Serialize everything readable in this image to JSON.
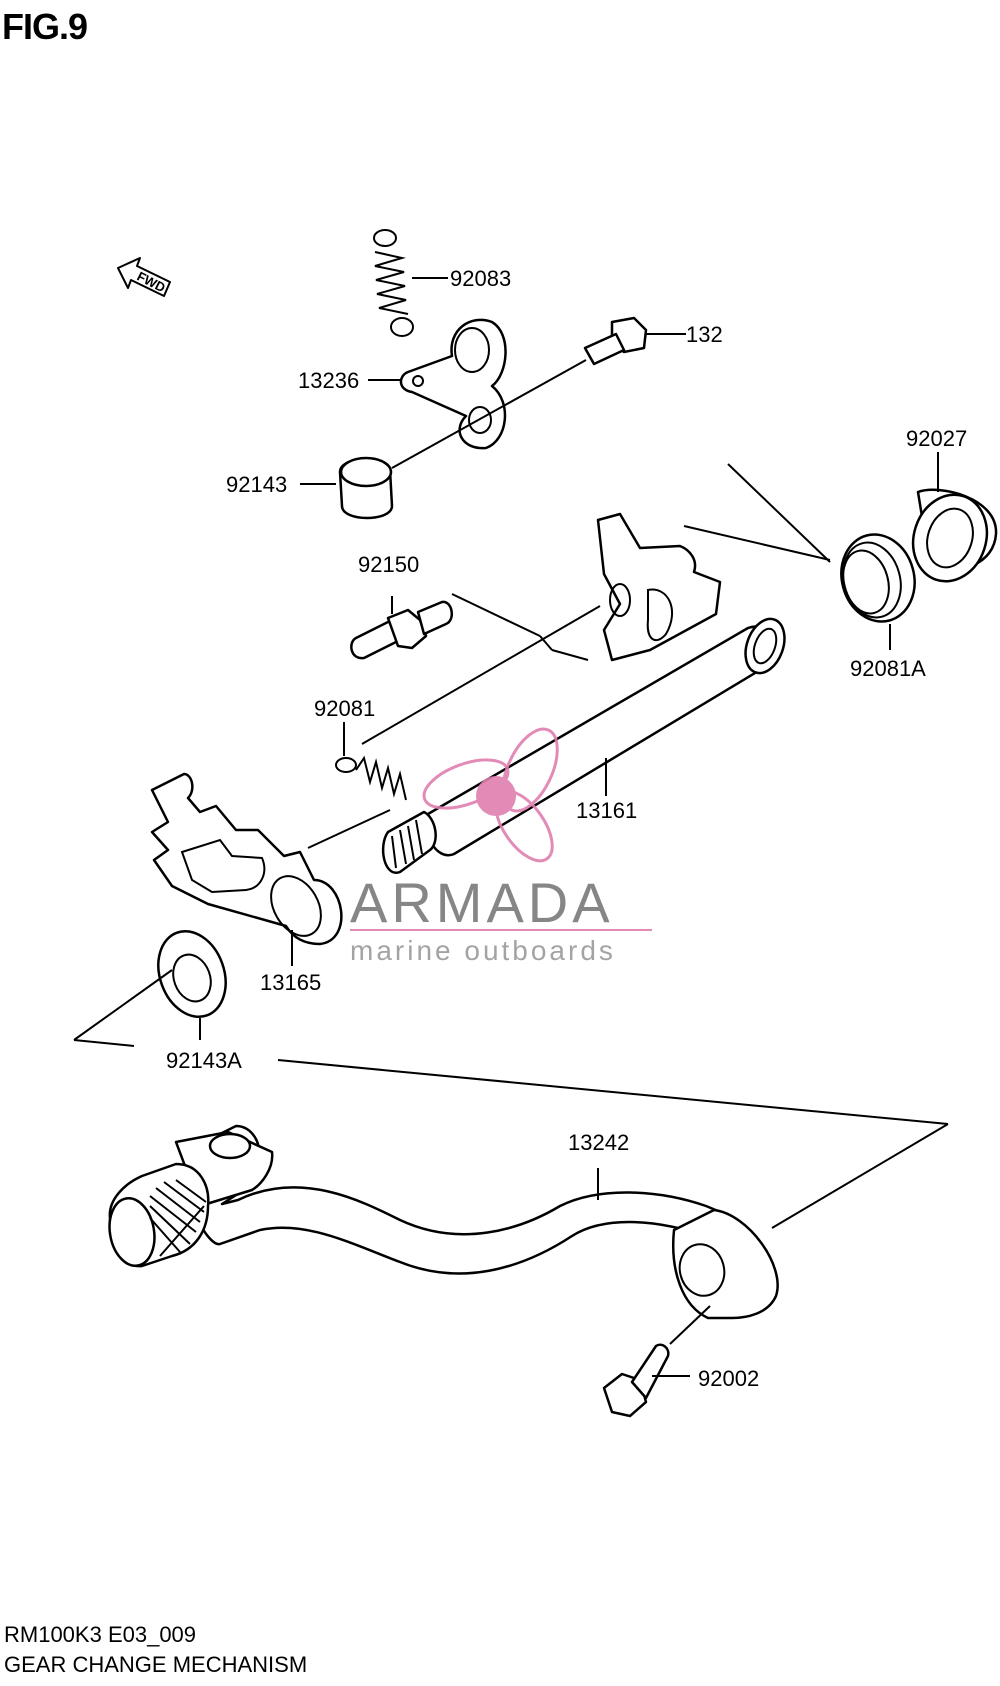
{
  "figure": {
    "title": "FIG.9",
    "code": "RM100K3 E03_009",
    "name": "GEAR CHANGE MECHANISM"
  },
  "orientation": {
    "label": "FWD"
  },
  "parts": [
    {
      "id": "92083"
    },
    {
      "id": "132"
    },
    {
      "id": "13236"
    },
    {
      "id": "92143"
    },
    {
      "id": "92027"
    },
    {
      "id": "92150"
    },
    {
      "id": "92081A"
    },
    {
      "id": "92081"
    },
    {
      "id": "13161"
    },
    {
      "id": "13165"
    },
    {
      "id": "92143A"
    },
    {
      "id": "13242"
    },
    {
      "id": "92002"
    }
  ],
  "watermark": {
    "brand": "ARMADA",
    "tagline": "marine outboards",
    "accent_color": "#e07fb0"
  }
}
